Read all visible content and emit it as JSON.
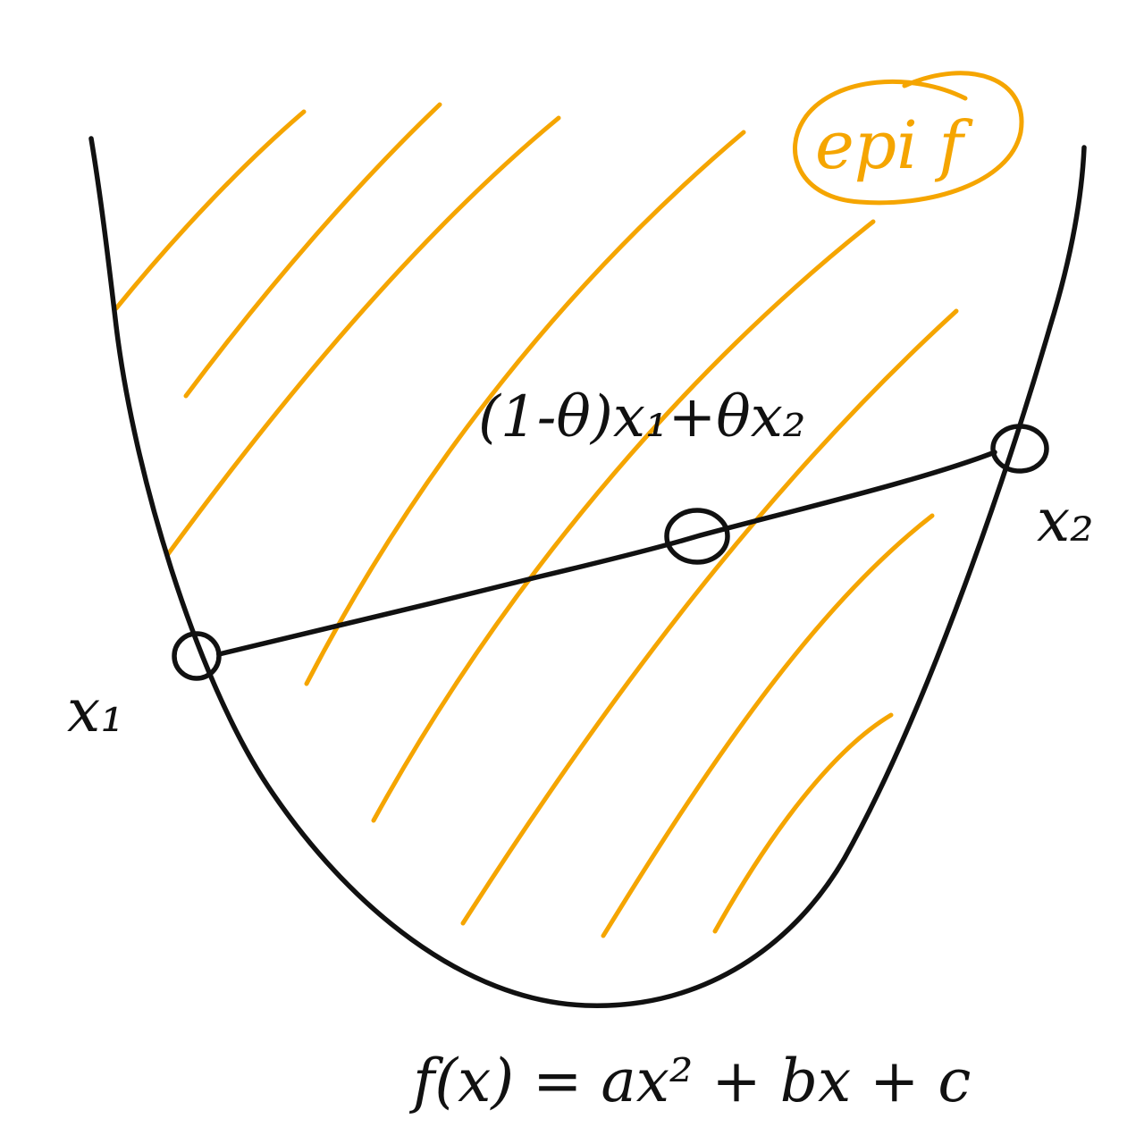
{
  "colors": {
    "ink": "#111111",
    "hatch": "#f5a500",
    "background": "#ffffff"
  },
  "labels": {
    "epigraph": "epi f",
    "convex_combination": "(1-θ)x₁+θx₂",
    "point_1": "x₁",
    "point_2": "x₂",
    "function": "f(x) = ax² + bx + c"
  }
}
